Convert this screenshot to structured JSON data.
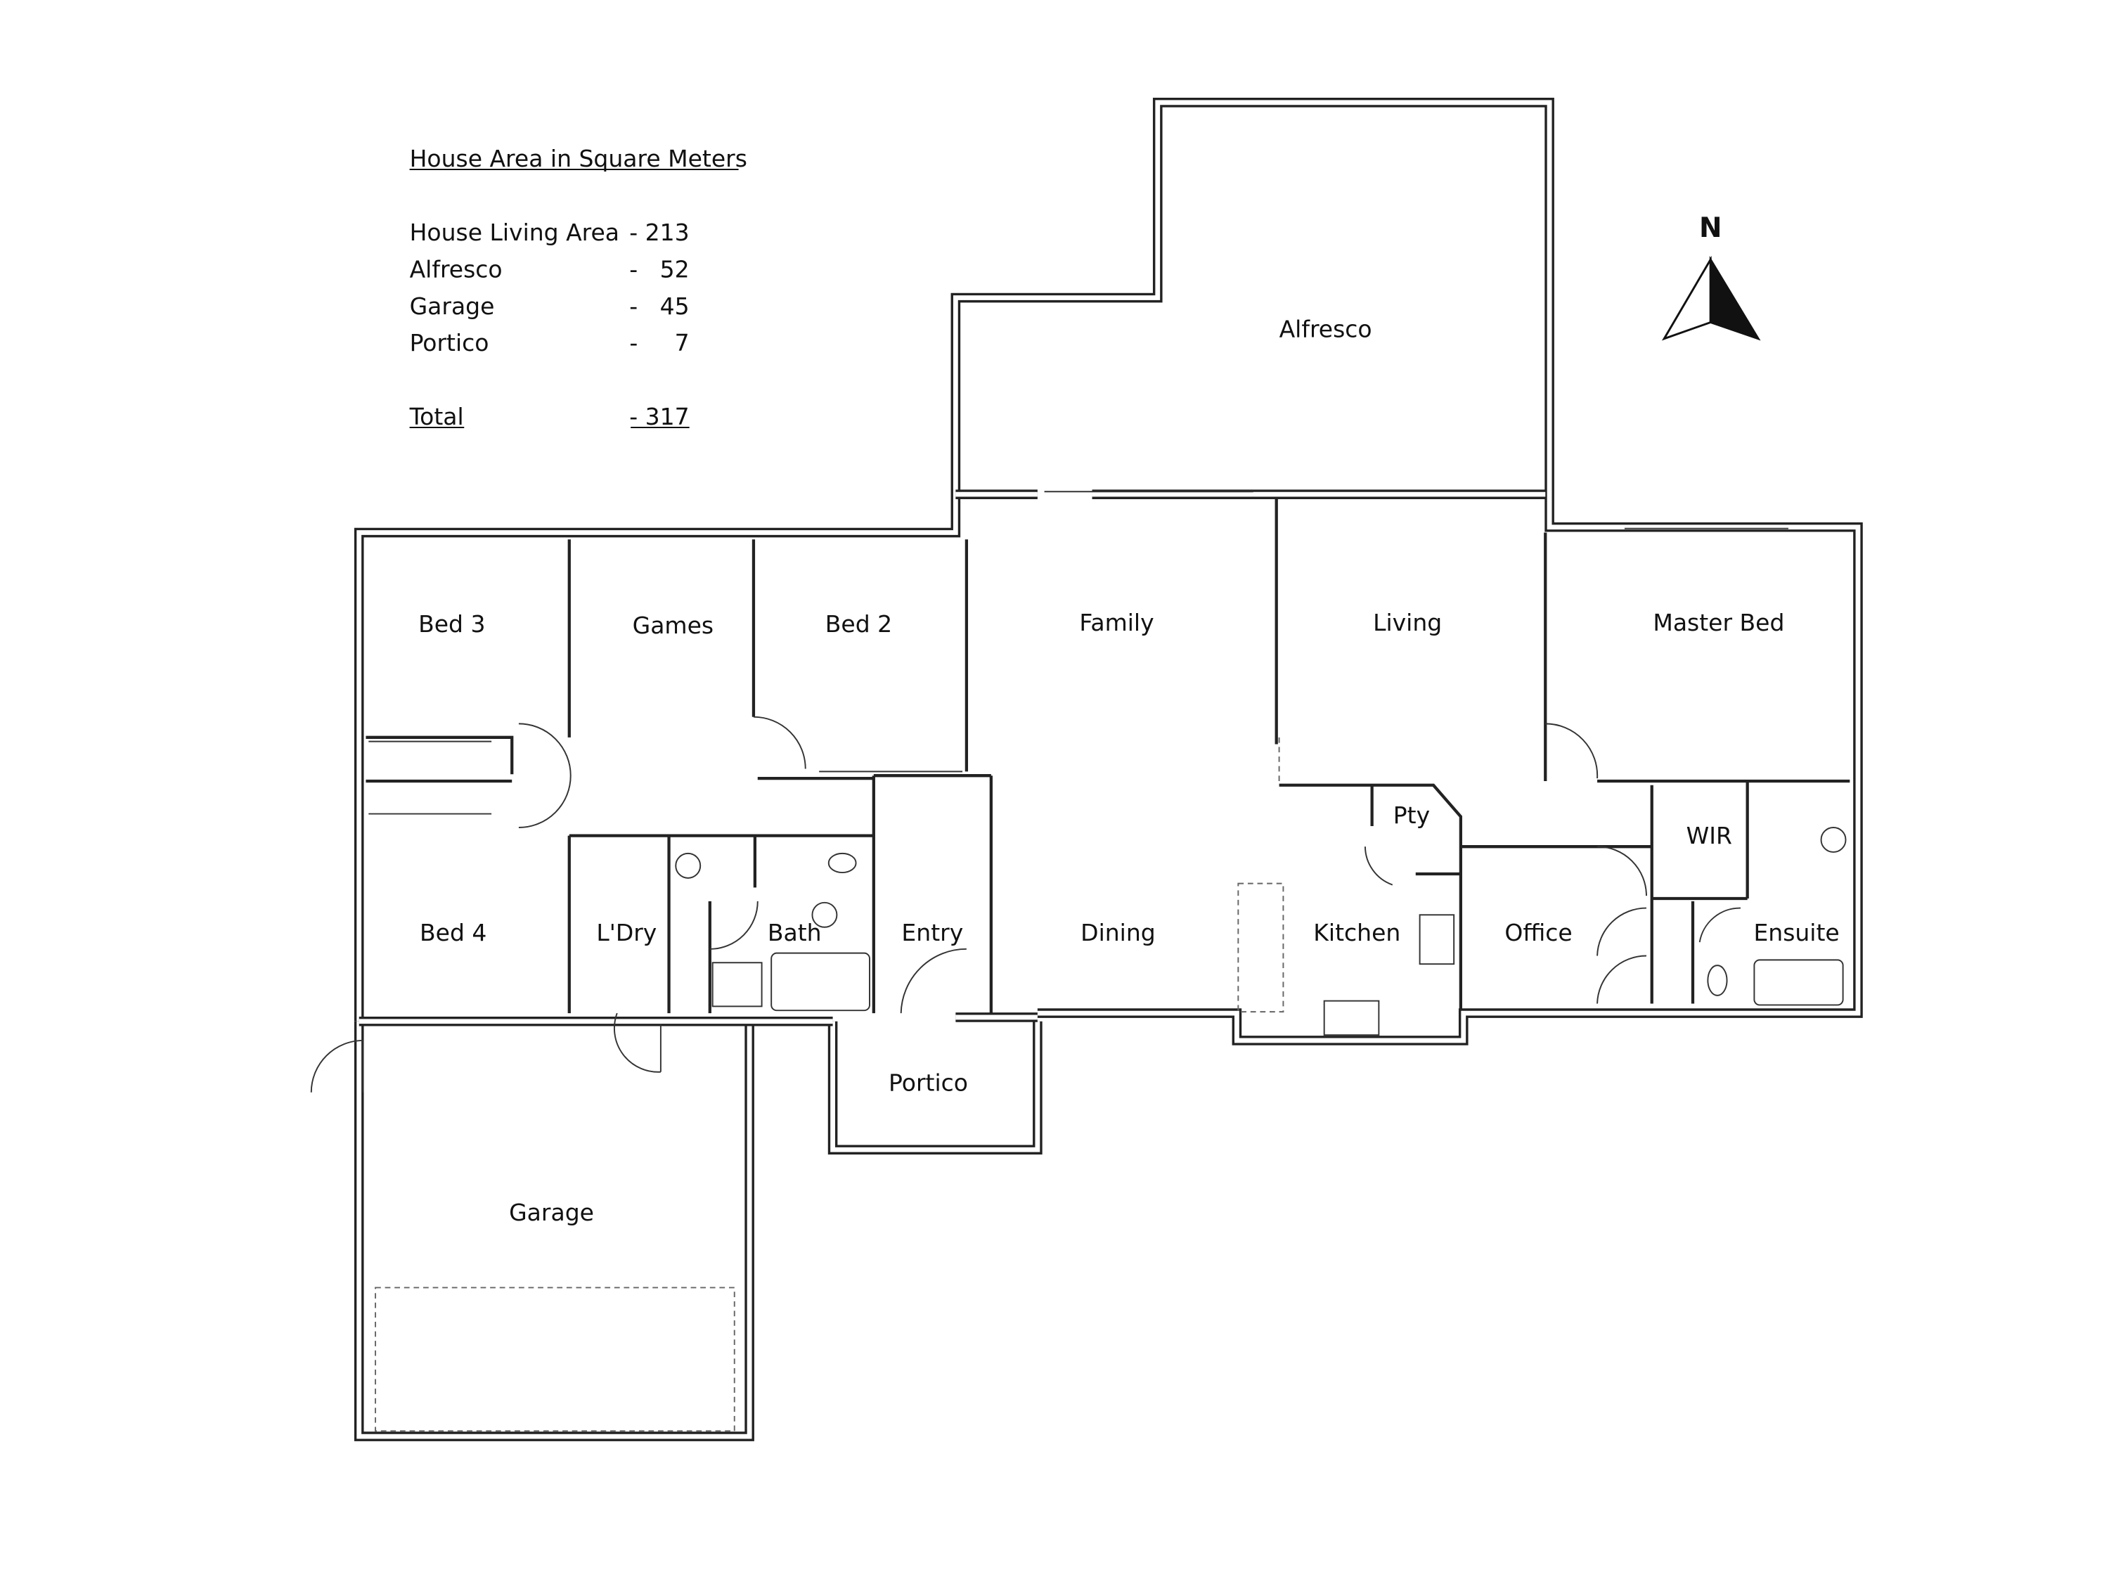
{
  "area_table": {
    "title": "House Area in Square Meters",
    "rows": [
      {
        "label": "House Living Area",
        "value": "- 213"
      },
      {
        "label": "Alfresco",
        "value": "-   52"
      },
      {
        "label": "Garage",
        "value": "-   45"
      },
      {
        "label": "Portico",
        "value": "-     7"
      }
    ],
    "total": {
      "label": "Total",
      "value": "- 317"
    }
  },
  "compass": {
    "label": "N"
  },
  "rooms": [
    {
      "id": "alfresco",
      "name": "Alfresco"
    },
    {
      "id": "bed-3",
      "name": "Bed 3"
    },
    {
      "id": "games",
      "name": "Games"
    },
    {
      "id": "bed-2",
      "name": "Bed 2"
    },
    {
      "id": "family",
      "name": "Family"
    },
    {
      "id": "living",
      "name": "Living"
    },
    {
      "id": "master-bed",
      "name": "Master Bed"
    },
    {
      "id": "pantry",
      "name": "Pty"
    },
    {
      "id": "wir",
      "name": "WIR"
    },
    {
      "id": "bed-4",
      "name": "Bed 4"
    },
    {
      "id": "laundry",
      "name": "L'Dry"
    },
    {
      "id": "bath",
      "name": "Bath"
    },
    {
      "id": "entry",
      "name": "Entry"
    },
    {
      "id": "dining",
      "name": "Dining"
    },
    {
      "id": "kitchen",
      "name": "Kitchen"
    },
    {
      "id": "office",
      "name": "Office"
    },
    {
      "id": "ensuite",
      "name": "Ensuite"
    },
    {
      "id": "portico",
      "name": "Portico"
    },
    {
      "id": "garage",
      "name": "Garage"
    }
  ]
}
